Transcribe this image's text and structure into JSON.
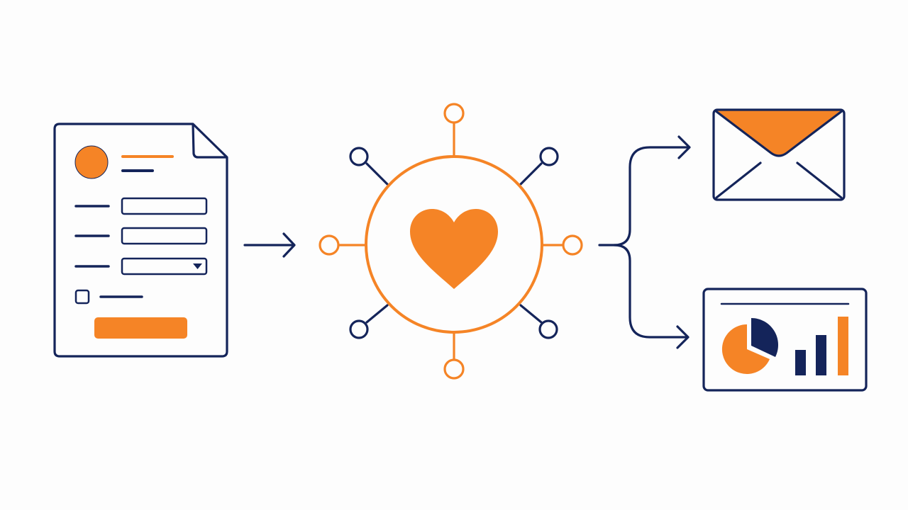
{
  "colors": {
    "background": "#fdfdfd",
    "navy": "#14245a",
    "orange": "#f58426"
  },
  "nodes": [
    {
      "id": "form",
      "icon": "form-document-icon"
    },
    {
      "id": "hub",
      "icon": "heart-hub-icon"
    },
    {
      "id": "email",
      "icon": "envelope-icon"
    },
    {
      "id": "dashboard",
      "icon": "dashboard-icon"
    }
  ],
  "edges": [
    {
      "from": "form",
      "to": "hub"
    },
    {
      "from": "hub",
      "to": "email"
    },
    {
      "from": "hub",
      "to": "dashboard"
    }
  ]
}
